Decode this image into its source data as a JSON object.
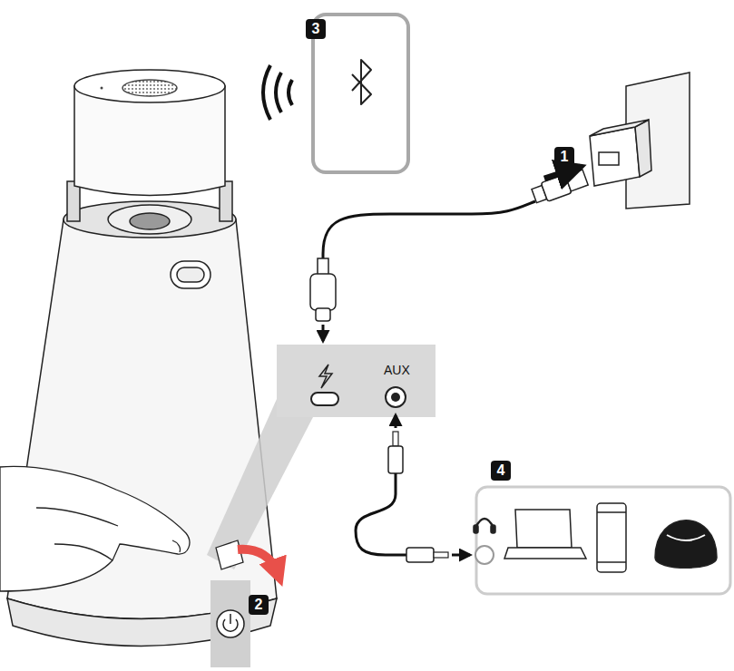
{
  "diagram": {
    "labels": [
      "3",
      "1",
      "AUX",
      "4",
      "2"
    ]
  }
}
